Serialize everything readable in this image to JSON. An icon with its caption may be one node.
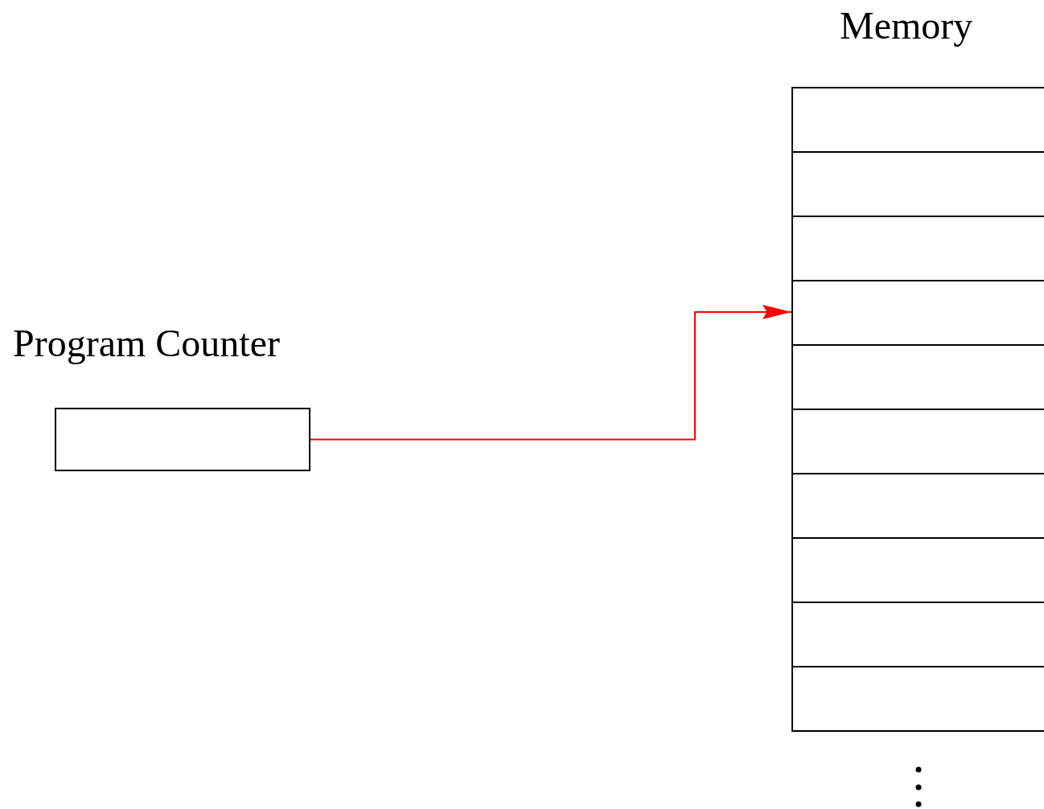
{
  "diagram": {
    "nodes": [
      {
        "text": [
          "Program Counter"
        ]
      },
      {
        "text": [
          "Memory"
        ]
      },
      {
        "text": [],
        "shape": "box",
        "in": 1
      },
      {
        "text": [],
        "shape": "box",
        "in": 1
      },
      {
        "text": [],
        "shape": "box",
        "in": 1
      },
      {
        "text": [],
        "shape": "box",
        "in": 1
      },
      {
        "text": [],
        "shape": "box",
        "in": 1
      },
      {
        "text": [],
        "shape": "box",
        "in": 1
      },
      {
        "text": [],
        "shape": "box",
        "in": 1
      },
      {
        "text": [],
        "shape": "box",
        "in": 1
      },
      {
        "text": [],
        "shape": "box",
        "in": 1
      },
      {
        "text": [],
        "shape": "box",
        "in": 1
      }
    ],
    "edges": [
      {
        "from": 0,
        "to": 5,
        "arrow": "to",
        "color": "#ff0000"
      }
    ]
  }
}
